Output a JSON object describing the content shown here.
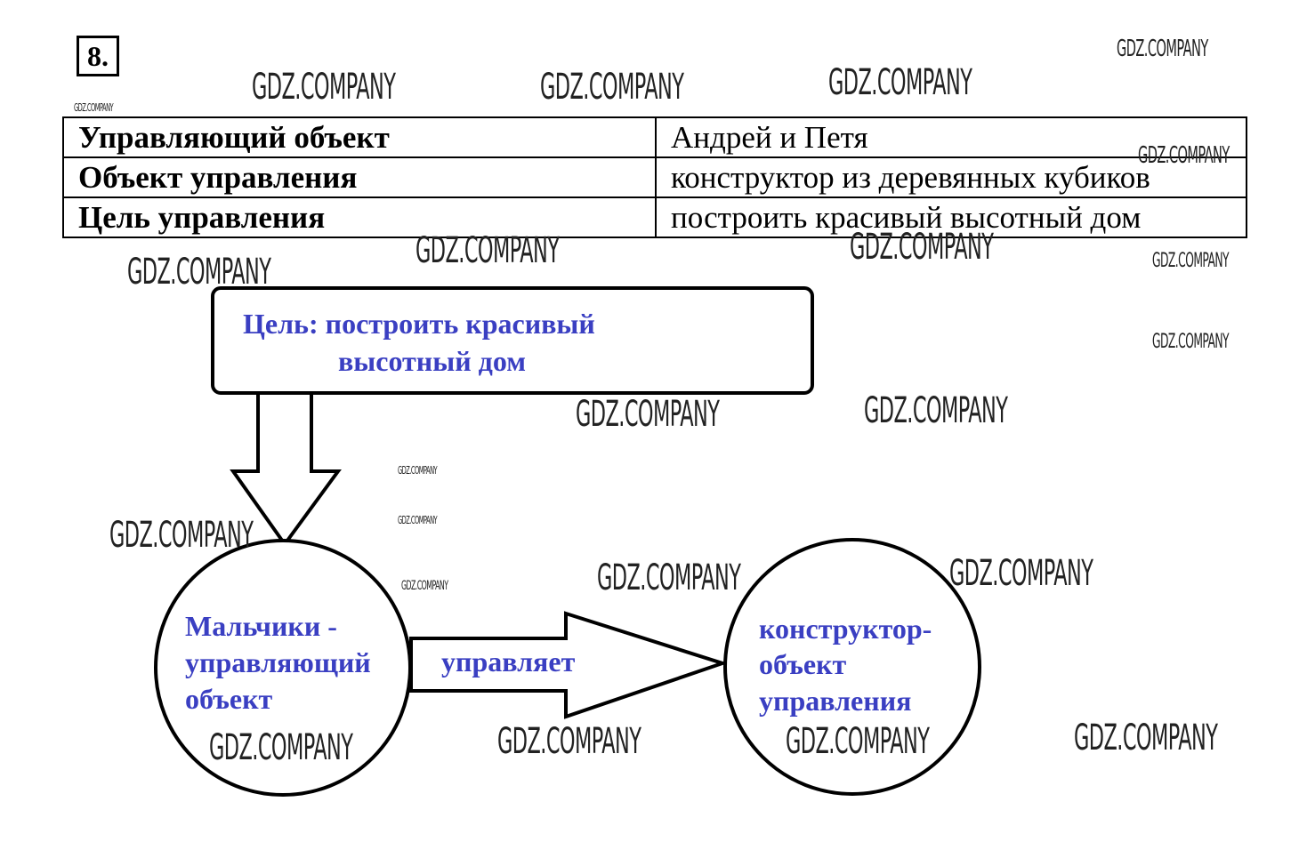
{
  "task_number": "8.",
  "table": {
    "rows": [
      {
        "label": "Управляющий объект",
        "value": "Андрей и Петя"
      },
      {
        "label": "Объект управления",
        "value": "конструктор из деревянных кубиков"
      },
      {
        "label": "Цель управления",
        "value": "построить красивый высотный дом"
      }
    ]
  },
  "diagram": {
    "goal_line1": "Цель: построить красивый",
    "goal_line2": "высотный дом",
    "left_circle": [
      "Мальчики -",
      "управляющий",
      "объект"
    ],
    "arrow_label": "управляет",
    "right_circle": [
      "конструктор-",
      "объект",
      "управления"
    ],
    "text_color": "#3a3fc2"
  },
  "watermark": "GDZ.COMPANY"
}
